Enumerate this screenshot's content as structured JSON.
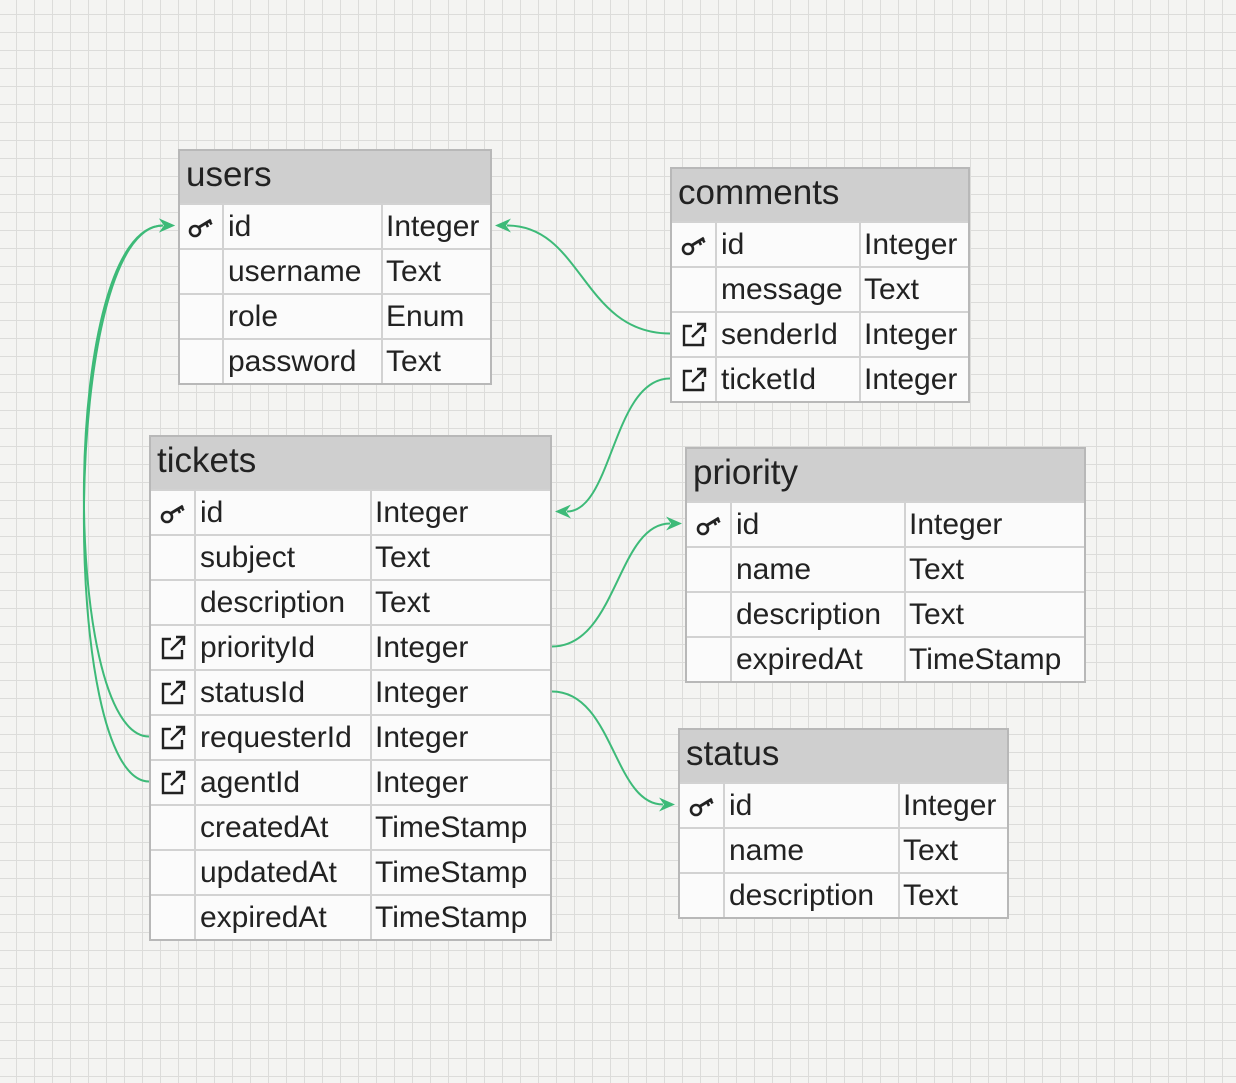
{
  "diagram": {
    "tables": [
      {
        "key": "users",
        "name": "users",
        "columns": [
          {
            "name": "id",
            "type": "Integer",
            "kind": "pk"
          },
          {
            "name": "username",
            "type": "Text",
            "kind": "none"
          },
          {
            "name": "role",
            "type": "Enum",
            "kind": "none"
          },
          {
            "name": "password",
            "type": "Text",
            "kind": "none"
          }
        ]
      },
      {
        "key": "comments",
        "name": "comments",
        "columns": [
          {
            "name": "id",
            "type": "Integer",
            "kind": "pk"
          },
          {
            "name": "message",
            "type": "Text",
            "kind": "none"
          },
          {
            "name": "senderId",
            "type": "Integer",
            "kind": "fk"
          },
          {
            "name": "ticketId",
            "type": "Integer",
            "kind": "fk"
          }
        ]
      },
      {
        "key": "tickets",
        "name": "tickets",
        "columns": [
          {
            "name": "id",
            "type": "Integer",
            "kind": "pk"
          },
          {
            "name": "subject",
            "type": "Text",
            "kind": "none"
          },
          {
            "name": "description",
            "type": "Text",
            "kind": "none"
          },
          {
            "name": "priorityId",
            "type": "Integer",
            "kind": "fk"
          },
          {
            "name": "statusId",
            "type": "Integer",
            "kind": "fk"
          },
          {
            "name": "requesterId",
            "type": "Integer",
            "kind": "fk"
          },
          {
            "name": "agentId",
            "type": "Integer",
            "kind": "fk"
          },
          {
            "name": "createdAt",
            "type": "TimeStamp",
            "kind": "none"
          },
          {
            "name": "updatedAt",
            "type": "TimeStamp",
            "kind": "none"
          },
          {
            "name": "expiredAt",
            "type": "TimeStamp",
            "kind": "none"
          }
        ]
      },
      {
        "key": "priority",
        "name": "priority",
        "columns": [
          {
            "name": "id",
            "type": "Integer",
            "kind": "pk"
          },
          {
            "name": "name",
            "type": "Text",
            "kind": "none"
          },
          {
            "name": "description",
            "type": "Text",
            "kind": "none"
          },
          {
            "name": "expiredAt",
            "type": "TimeStamp",
            "kind": "none"
          }
        ]
      },
      {
        "key": "status",
        "name": "status",
        "columns": [
          {
            "name": "id",
            "type": "Integer",
            "kind": "pk"
          },
          {
            "name": "name",
            "type": "Text",
            "kind": "none"
          },
          {
            "name": "description",
            "type": "Text",
            "kind": "none"
          }
        ]
      }
    ],
    "relations": [
      {
        "from": "comments.senderId",
        "to": "users.id"
      },
      {
        "from": "comments.ticketId",
        "to": "tickets.id"
      },
      {
        "from": "tickets.priorityId",
        "to": "priority.id"
      },
      {
        "from": "tickets.statusId",
        "to": "status.id"
      },
      {
        "from": "tickets.requesterId",
        "to": "users.id"
      },
      {
        "from": "tickets.agentId",
        "to": "users.id"
      }
    ],
    "colors": {
      "link": "#3dba78",
      "header": "#cfcfcf",
      "border": "#b8b8b8",
      "grid": "#dcdcda"
    }
  }
}
